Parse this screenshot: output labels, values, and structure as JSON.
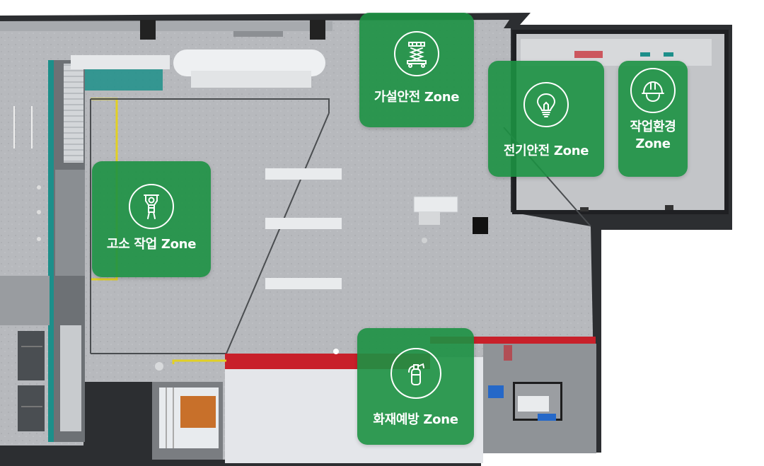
{
  "zones": [
    {
      "id": "scaffold",
      "label": "가설안전 Zone",
      "icon": "scaffold-lift-icon"
    },
    {
      "id": "electrical",
      "label": "전기안전 Zone",
      "icon": "lightbulb-icon"
    },
    {
      "id": "work-environment",
      "label": "작업환경\nZone",
      "icon": "hard-hat-icon"
    },
    {
      "id": "height-work",
      "label": "고소 작업 Zone",
      "icon": "harness-worker-icon"
    },
    {
      "id": "fire-prevention",
      "label": "화재예방 Zone",
      "icon": "fire-extinguisher-icon"
    }
  ],
  "colors": {
    "zone_bg": "#1c9142",
    "floor": "#b9bcc0",
    "wall": "#2a2c2f",
    "accent_red": "#c8202a",
    "accent_teal": "#1d8f8a",
    "accent_yellow": "#e2d023"
  }
}
